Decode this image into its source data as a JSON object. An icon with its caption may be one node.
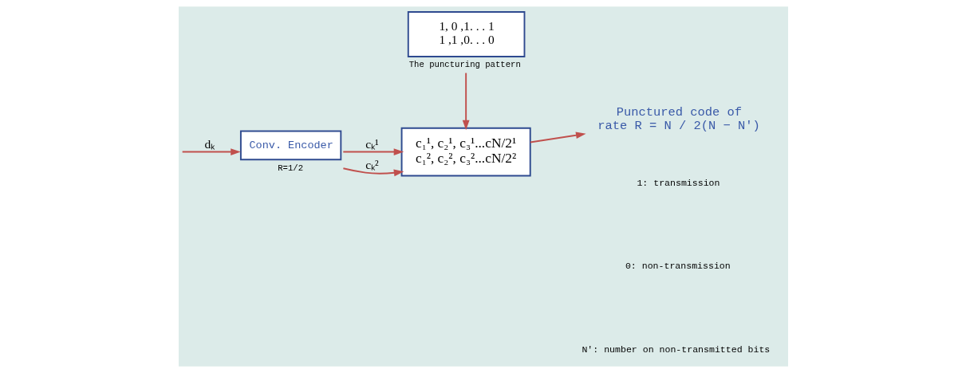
{
  "diagram": {
    "nodes": [
      {
        "text": [
          "Conv. Encoder"
        ],
        "beside": [
          "R=1/2"
        ]
      },
      {
        "text": [
          "c₁¹, c₂¹, c₃¹...cN/2¹",
          "c₁², c₂², c₃²...cN/2²"
        ]
      },
      {
        "text": [
          "1, 0 ,1. . . 1",
          "1 ,1 ,0. . . 0"
        ],
        "beside": [
          "The puncturing pattern"
        ]
      },
      {
        "text": [
          "Punctured code of",
          "rate R = N / 2(N − N')"
        ]
      }
    ],
    "edges": [
      {
        "from": null,
        "to": 0,
        "arrow": "to",
        "label": "dₖ"
      },
      {
        "from": 0,
        "to": 1,
        "arrow": "to",
        "label": "cₖ¹"
      },
      {
        "from": 0,
        "to": 1,
        "arrow": "to",
        "label": "cₖ²"
      },
      {
        "from": 2,
        "to": 1,
        "arrow": "to"
      },
      {
        "from": 1,
        "to": 3,
        "arrow": "to"
      }
    ],
    "labels": [
      "1: transmission",
      "0: non-transmission",
      "N': number on non-transmitted bits"
    ]
  }
}
